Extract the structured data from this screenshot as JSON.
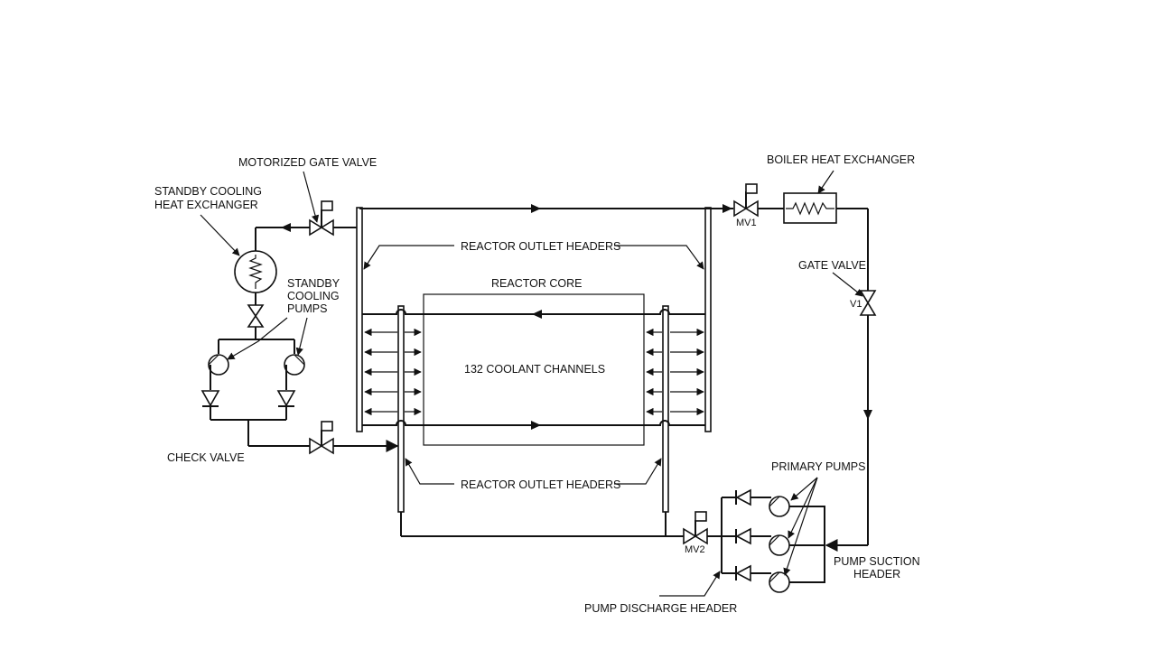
{
  "labels": {
    "motorized_gate_valve": "MOTORIZED GATE VALVE",
    "standby_hx_line1": "STANDBY COOLING",
    "standby_hx_line2": "HEAT EXCHANGER",
    "standby_pumps_line1": "STANDBY",
    "standby_pumps_line2": "COOLING",
    "standby_pumps_line3": "PUMPS",
    "check_valve": "CHECK VALVE",
    "reactor_outlet_headers_top": "REACTOR OUTLET HEADERS",
    "reactor_outlet_headers_bottom": "REACTOR OUTLET HEADERS",
    "reactor_core": "REACTOR CORE",
    "coolant_channels": "132 COOLANT CHANNELS",
    "boiler_hx": "BOILER HEAT EXCHANGER",
    "gate_valve": "GATE VALVE",
    "mv1": "MV1",
    "v1": "V1",
    "mv2": "MV2",
    "primary_pumps": "PRIMARY PUMPS",
    "pump_suction_line1": "PUMP SUCTION",
    "pump_suction_line2": "HEADER",
    "pump_discharge_header": "PUMP DISCHARGE HEADER"
  }
}
